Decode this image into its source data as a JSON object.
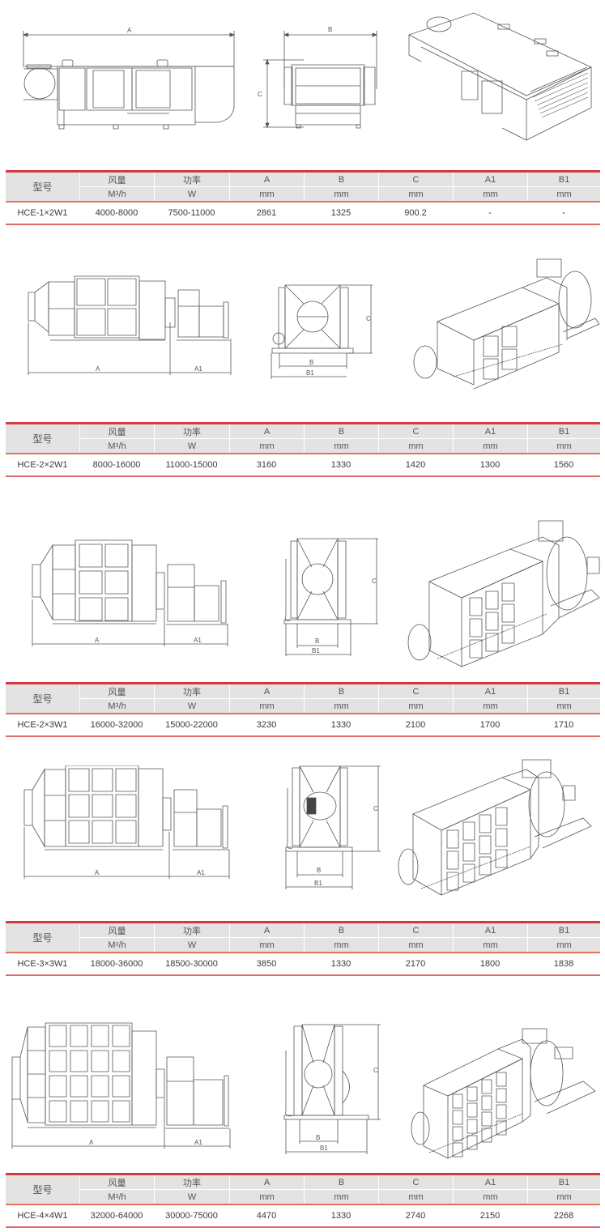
{
  "columns": {
    "model": "型号",
    "airflow": {
      "label": "风量",
      "unit_base": "M",
      "unit_sup": "3",
      "unit_tail": "/h"
    },
    "power": {
      "label": "功率",
      "unit": "W"
    },
    "A": {
      "label": "A",
      "unit": "mm"
    },
    "B": {
      "label": "B",
      "unit": "mm"
    },
    "C": {
      "label": "C",
      "unit": "mm"
    },
    "A1": {
      "label": "A1",
      "unit": "mm"
    },
    "B1": {
      "label": "B1",
      "unit": "mm"
    }
  },
  "dimension_labels": {
    "A": "A",
    "A1": "A1",
    "B": "B",
    "B1": "B1",
    "C": "C"
  },
  "accent_colors": {
    "table_rule": "#d23a3f",
    "header_bg": "#e3e3e3",
    "divider": "#e4735a"
  },
  "products": [
    {
      "model": "HCE-1×2W1",
      "airflow": "4000-8000",
      "power": "7500-11000",
      "A": "2861",
      "B": "1325",
      "C": "900.2",
      "A1": "-",
      "B1": "-"
    },
    {
      "model": "HCE-2×2W1",
      "airflow": "8000-16000",
      "power": "11000-15000",
      "A": "3160",
      "B": "1330",
      "C": "1420",
      "A1": "1300",
      "B1": "1560"
    },
    {
      "model": "HCE-2×3W1",
      "airflow": "16000-32000",
      "power": "15000-22000",
      "A": "3230",
      "B": "1330",
      "C": "2100",
      "A1": "1700",
      "B1": "1710"
    },
    {
      "model": "HCE-3×3W1",
      "airflow": "18000-36000",
      "power": "18500-30000",
      "A": "3850",
      "B": "1330",
      "C": "2170",
      "A1": "1800",
      "B1": "1838"
    },
    {
      "model": "HCE-4×4W1",
      "airflow": "32000-64000",
      "power": "30000-75000",
      "A": "4470",
      "B": "1330",
      "C": "2740",
      "A1": "2150",
      "B1": "2268"
    }
  ]
}
